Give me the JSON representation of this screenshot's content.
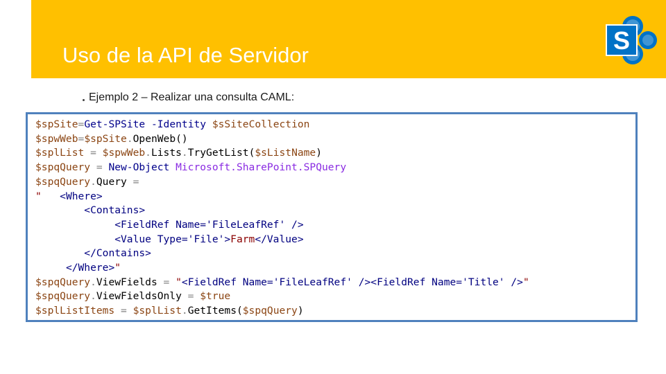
{
  "slide": {
    "title": "Uso de la API de Servidor",
    "subtitle": "Ejemplo 2 – Realizar una consulta CAML:",
    "logo_icon": "sharepoint-logo-icon",
    "colors": {
      "banner": "#FFC000",
      "code_border": "#4F81BD",
      "logo_blue": "#0072C6"
    },
    "logo_letter": "S"
  },
  "code": {
    "lines": [
      [
        {
          "t": "$spSite",
          "c": "v"
        },
        {
          "t": "=",
          "c": "p"
        },
        {
          "t": "Get-SPSite",
          "c": "k"
        },
        {
          "t": " ",
          "c": ""
        },
        {
          "t": "-Identity",
          "c": "k"
        },
        {
          "t": " ",
          "c": ""
        },
        {
          "t": "$sSiteCollection",
          "c": "v"
        }
      ],
      [
        {
          "t": "$spwWeb",
          "c": "v"
        },
        {
          "t": "=",
          "c": "p"
        },
        {
          "t": "$spSite",
          "c": "v"
        },
        {
          "t": ".",
          "c": "p"
        },
        {
          "t": "OpenWeb()",
          "c": ""
        }
      ],
      [
        {
          "t": "$splList",
          "c": "v"
        },
        {
          "t": " = ",
          "c": "p"
        },
        {
          "t": "$spwWeb",
          "c": "v"
        },
        {
          "t": ".",
          "c": "p"
        },
        {
          "t": "Lists",
          "c": ""
        },
        {
          "t": ".",
          "c": "p"
        },
        {
          "t": "TryGetList(",
          "c": ""
        },
        {
          "t": "$sListName",
          "c": "v"
        },
        {
          "t": ")",
          "c": ""
        }
      ],
      [
        {
          "t": "$spqQuery",
          "c": "v"
        },
        {
          "t": " = ",
          "c": "p"
        },
        {
          "t": "New-Object",
          "c": "k"
        },
        {
          "t": " ",
          "c": ""
        },
        {
          "t": "Microsoft.SharePoint.SPQuery",
          "c": "t"
        }
      ],
      [
        {
          "t": "$spqQuery",
          "c": "v"
        },
        {
          "t": ".",
          "c": "p"
        },
        {
          "t": "Query",
          "c": ""
        },
        {
          "t": " =",
          "c": "p"
        }
      ],
      [
        {
          "t": "\"   ",
          "c": "s"
        },
        {
          "t": "<Where>",
          "c": "x"
        }
      ],
      [
        {
          "t": "        ",
          "c": ""
        },
        {
          "t": "<Contains>",
          "c": "x"
        }
      ],
      [
        {
          "t": "             ",
          "c": ""
        },
        {
          "t": "<FieldRef Name='FileLeafRef' />",
          "c": "x"
        }
      ],
      [
        {
          "t": "             ",
          "c": ""
        },
        {
          "t": "<Value Type='File'>",
          "c": "x"
        },
        {
          "t": "Farm",
          "c": "s"
        },
        {
          "t": "</Value>",
          "c": "x"
        }
      ],
      [
        {
          "t": "        ",
          "c": ""
        },
        {
          "t": "</Contains>",
          "c": "x"
        }
      ],
      [
        {
          "t": "     ",
          "c": ""
        },
        {
          "t": "</Where>",
          "c": "x"
        },
        {
          "t": "\"",
          "c": "s"
        }
      ],
      [
        {
          "t": "$spqQuery",
          "c": "v"
        },
        {
          "t": ".",
          "c": "p"
        },
        {
          "t": "ViewFields",
          "c": ""
        },
        {
          "t": " = ",
          "c": "p"
        },
        {
          "t": "\"",
          "c": "s"
        },
        {
          "t": "<FieldRef Name='FileLeafRef' /><FieldRef Name='Title' />",
          "c": "x"
        },
        {
          "t": "\"",
          "c": "s"
        }
      ],
      [
        {
          "t": "$spqQuery",
          "c": "v"
        },
        {
          "t": ".",
          "c": "p"
        },
        {
          "t": "ViewFieldsOnly",
          "c": ""
        },
        {
          "t": " = ",
          "c": "p"
        },
        {
          "t": "$true",
          "c": "v"
        }
      ],
      [
        {
          "t": "$splListItems",
          "c": "v"
        },
        {
          "t": " = ",
          "c": "p"
        },
        {
          "t": "$splList",
          "c": "v"
        },
        {
          "t": ".",
          "c": "p"
        },
        {
          "t": "GetItems(",
          "c": ""
        },
        {
          "t": "$spqQuery",
          "c": "v"
        },
        {
          "t": ")",
          "c": ""
        }
      ]
    ]
  }
}
